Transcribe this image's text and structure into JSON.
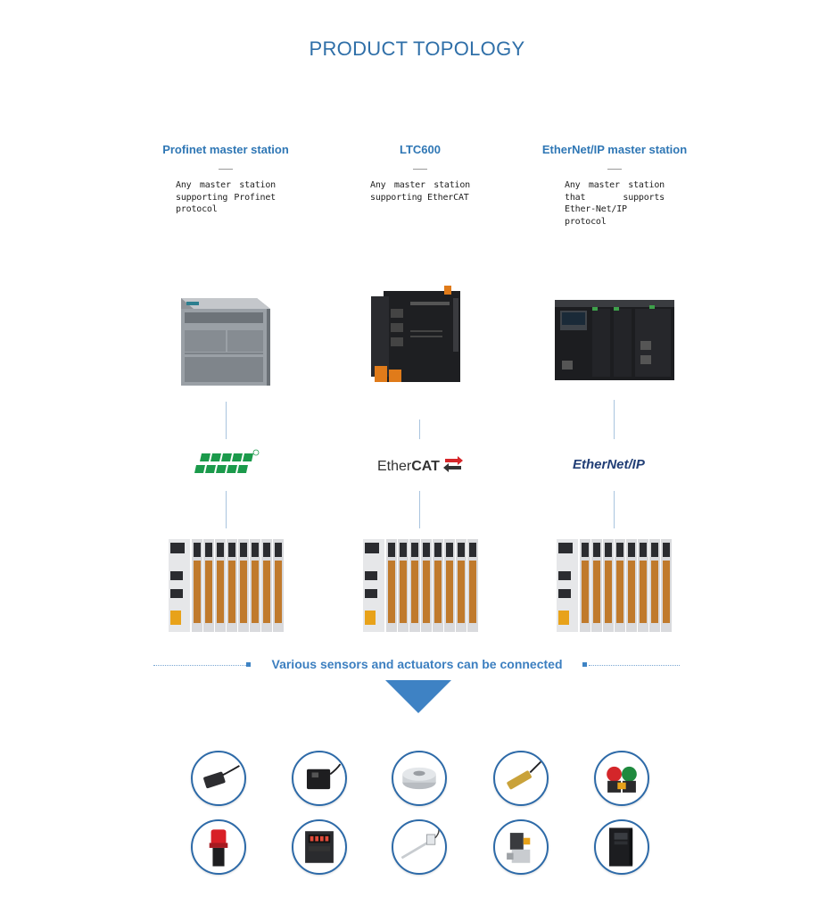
{
  "page_title": "PRODUCT TOPOLOGY",
  "columns": [
    {
      "heading": "Profinet master station",
      "description": "Any master station supporting Profinet protocol",
      "device_icon": "plc-cpu-icon",
      "protocol_logo": "PROFI NET"
    },
    {
      "heading": "LTC600",
      "description": "Any master station supporting EtherCAT",
      "device_icon": "coupler-module-icon",
      "protocol_logo": "EtherCAT"
    },
    {
      "heading": "EtherNet/IP master station",
      "description": "Any master station that supports Ether-Net/IP protocol",
      "device_icon": "modular-plc-icon",
      "protocol_logo": "EtherNet/IP"
    }
  ],
  "connect_text": "Various sensors and actuators can be connected",
  "devices": [
    "square-proximity-sensor-icon",
    "photoelectric-sensor-icon",
    "load-cell-icon",
    "cylindrical-sensor-icon",
    "push-button-icon",
    "indicator-light-icon",
    "temperature-controller-icon",
    "thermocouple-probe-icon",
    "solenoid-valve-icon",
    "frequency-inverter-icon"
  ],
  "colors": {
    "title": "#2f6fa8",
    "heading": "#2f77b5",
    "accent": "#3e82c4",
    "circle_border": "#2d6aa8",
    "profinet_green": "#1b9a4b"
  }
}
